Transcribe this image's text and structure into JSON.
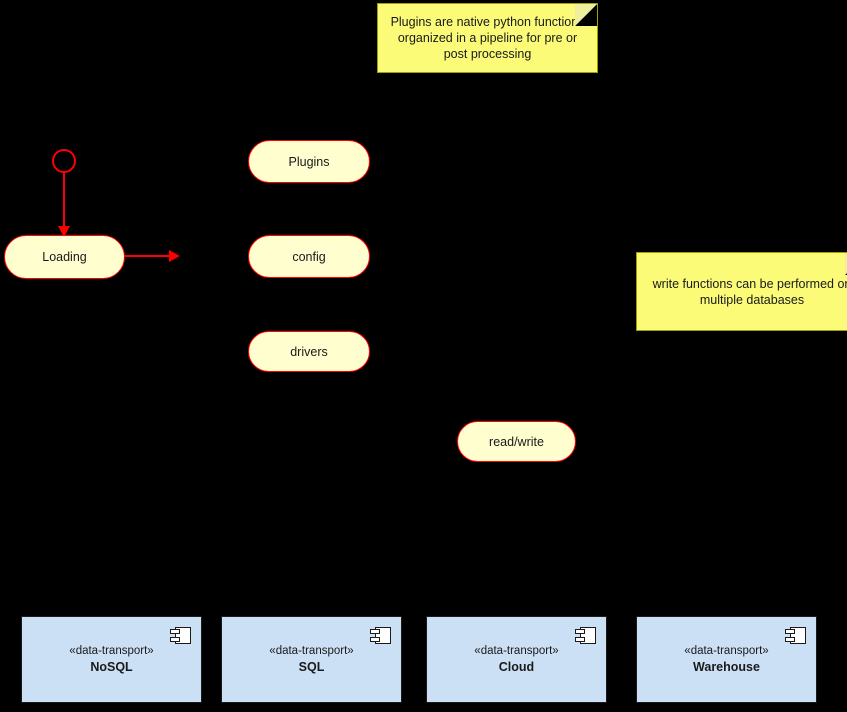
{
  "diagram": {
    "type": "uml-activity-component-diagram",
    "background_color": "#000000",
    "accent_color": "#FF0000",
    "node_fill_color": "#FEFECE",
    "note_fill_color": "#FBFB77",
    "component_fill_color": "#CCE0F5"
  },
  "notes": [
    {
      "id": "note-plugins",
      "text": "Plugins are native python functions organized in a pipeline for pre or post processing"
    },
    {
      "id": "note-write",
      "text": "write functions can be performed on multiple databases"
    }
  ],
  "activities": [
    {
      "id": "act-loading",
      "label": "Loading"
    },
    {
      "id": "act-plugins",
      "label": "Plugins"
    },
    {
      "id": "act-config",
      "label": "config"
    },
    {
      "id": "act-drivers",
      "label": "drivers"
    },
    {
      "id": "act-readwrite",
      "label": "read/write"
    }
  ],
  "start_node": {
    "shape": "circle",
    "label": ""
  },
  "components": [
    {
      "id": "comp-nosql",
      "stereotype": "«data-transport»",
      "name": "NoSQL",
      "icon": "component-icon"
    },
    {
      "id": "comp-sql",
      "stereotype": "«data-transport»",
      "name": "SQL",
      "icon": "component-icon"
    },
    {
      "id": "comp-cloud",
      "stereotype": "«data-transport»",
      "name": "Cloud",
      "icon": "component-icon"
    },
    {
      "id": "comp-warehouse",
      "stereotype": "«data-transport»",
      "name": "Warehouse",
      "icon": "component-icon"
    }
  ],
  "connectors": [
    {
      "id": "conn-start-loading",
      "from": "start",
      "to": "act-loading",
      "direction": "down"
    },
    {
      "id": "conn-loading-right",
      "from": "act-loading",
      "to": "",
      "direction": "right"
    }
  ]
}
